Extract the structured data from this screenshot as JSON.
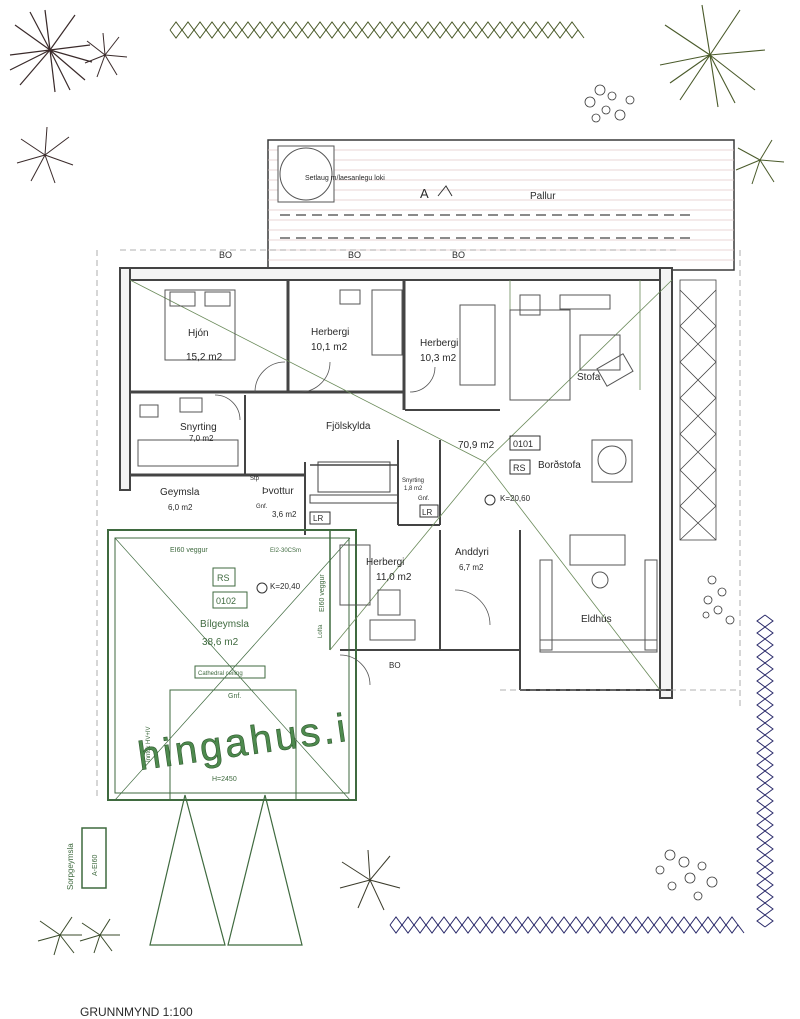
{
  "drawing": {
    "title": "GRUNNMYND 1:100",
    "watermark": "hingahus.i",
    "hot_tub": "Setlaug m/laesanlegu loki",
    "section_marker": "A",
    "deck": "Pallur",
    "bo_labels": [
      "BO",
      "BO",
      "BO",
      "BO"
    ],
    "rooms": {
      "hjon": {
        "name": "Hjón",
        "area": "15,2 m2"
      },
      "herbergi1": {
        "name": "Herbergi",
        "area": "10,1 m2"
      },
      "herbergi2": {
        "name": "Herbergi",
        "area": "10,3 m2"
      },
      "snyrting": {
        "name": "Snyrting",
        "area": "7,0 m2"
      },
      "fjolskylda": {
        "name": "Fjölskylda"
      },
      "stofa": {
        "name": "Stofa"
      },
      "bordstofa": {
        "name": "Borðstofa"
      },
      "main_area": "70,9 m2",
      "main_code": "0101",
      "main_rs": "RS",
      "geymsla": {
        "name": "Geymsla",
        "area": "6,0 m2"
      },
      "thvottur": {
        "name": "Þvottur",
        "area": "3,6 m2"
      },
      "snyrting2": {
        "name": "Snyrting",
        "area": "1,8 m2"
      },
      "herbergi3": {
        "name": "Herbergi",
        "area": "11,0 m2"
      },
      "anddyri": {
        "name": "Anddyri",
        "area": "6,7 m2"
      },
      "eldhus": {
        "name": "Eldhús"
      },
      "bilgeymsla": {
        "name": "Bílgeymsla",
        "area": "38,6 m2"
      },
      "garage_code": "0102",
      "garage_rs": "RS",
      "sorpgeymsla": "Sorpgeymsla",
      "sorp_code": "A-EI60"
    },
    "annotations": {
      "k1": "K=20,60",
      "k2": "K=20,40",
      "ei60_veggur": "EI60 veggur",
      "ei230": "EI2-30CSm",
      "ei60_veggur_v": "EI60 veggur",
      "cathedral": "Cathedral ceiling",
      "gnf": "Gnf.",
      "gnf2": "Gnf.",
      "gnf3": "Gnf.",
      "h2450": "H=2450",
      "lr1": "LR",
      "lr2": "LR",
      "stp": "Stp",
      "lofta": "Lofta",
      "hvit": "Inntök HV+IV"
    }
  }
}
